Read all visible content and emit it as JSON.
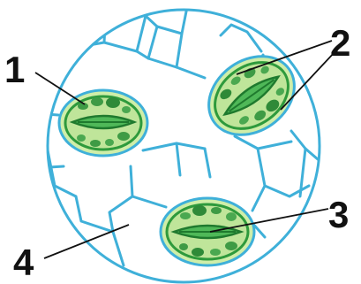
{
  "labels": {
    "one": "1",
    "two": "2",
    "three": "3",
    "four": "4"
  },
  "colors": {
    "cell_wall": "#3fb0d9",
    "guard_cell_outer": "#2e9a3c",
    "guard_cell_fill": "#bfe59a",
    "chloroplast": "#3e9b45",
    "pore": "#1f7a2e",
    "leader_line": "#111111"
  }
}
